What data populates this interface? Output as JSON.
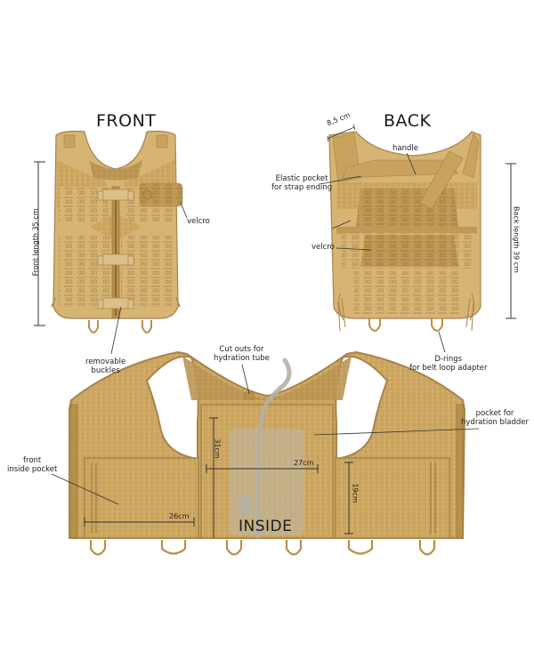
{
  "titles": {
    "front": "FRONT",
    "back": "BACK",
    "inside": "INSIDE"
  },
  "front": {
    "dimension": "Front length 35 cm",
    "callouts": {
      "velcro": "velcro",
      "buckles_line1": "removable",
      "buckles_line2": "buckles"
    }
  },
  "back": {
    "dimension": "Back length 39 cm",
    "strap_width": "8,5 cm",
    "callouts": {
      "handle": "handle",
      "elastic_line1": "Elastic pocket",
      "elastic_line2": "for strap ending",
      "velcro": "velcro",
      "drings_line1": "D-rings",
      "drings_line2": "for belt loop adapter"
    }
  },
  "inside": {
    "callouts": {
      "cutouts_line1": "Cut outs for",
      "cutouts_line2": "hydration tube",
      "pocket_line1": "pocket for",
      "pocket_line2": "hydration bladder",
      "front_pocket_line1": "front",
      "front_pocket_line2": "inside pocket"
    },
    "dimensions": {
      "pocket_width": "26cm",
      "bladder_height": "31cm",
      "bladder_width": "27cm",
      "side_pocket_height": "19cm"
    }
  },
  "colors": {
    "vest_base": "#d4b06e",
    "vest_light": "#dcbd80",
    "vest_dark": "#b8914a",
    "outline": "#a8834a",
    "mesh": "#c9a35d",
    "bladder": "#bdb8a8",
    "text": "#1a1a1a"
  }
}
